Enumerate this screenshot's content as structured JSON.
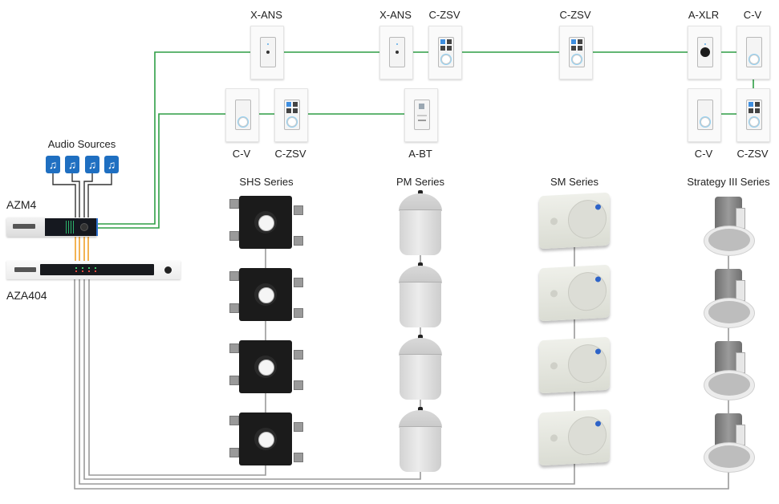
{
  "diagram": {
    "title": "",
    "colors": {
      "control_wire": "#2e9e45",
      "source_wire": "#333333",
      "amp_link_wire": "#f0a02a",
      "speaker_wire": "#9a9a9a",
      "source_icon": "#1f6fc1"
    },
    "audio_sources": {
      "label": "Audio Sources",
      "icons": [
        {
          "name": "music-note-icon",
          "glyph": "♫"
        },
        {
          "name": "music-note-icon",
          "glyph": "♫"
        },
        {
          "name": "music-note-icon",
          "glyph": "♫"
        },
        {
          "name": "music-note-icon",
          "glyph": "♫"
        }
      ]
    },
    "devices": {
      "azm4": {
        "label": "AZM4"
      },
      "aza404": {
        "label": "AZA404"
      }
    },
    "wall_plates": {
      "top_row": [
        {
          "label": "X-ANS",
          "type": "x-ans"
        },
        {
          "label": "X-ANS",
          "type": "x-ans"
        },
        {
          "label": "C-ZSV",
          "type": "c-zsv"
        },
        {
          "label": "C-ZSV",
          "type": "c-zsv"
        },
        {
          "label": "A-XLR",
          "type": "a-xlr"
        },
        {
          "label": "C-V",
          "type": "c-v"
        }
      ],
      "second_row": [
        {
          "label": "C-V",
          "type": "c-v"
        },
        {
          "label": "C-ZSV",
          "type": "c-zsv"
        },
        {
          "label": "A-BT",
          "type": "a-bt"
        },
        {
          "label": "C-V",
          "type": "c-v"
        },
        {
          "label": "C-ZSV",
          "type": "c-zsv"
        }
      ]
    },
    "speaker_zones": [
      {
        "label": "SHS Series",
        "type": "shs",
        "count": 4
      },
      {
        "label": "PM Series",
        "type": "pm",
        "count": 4
      },
      {
        "label": "SM Series",
        "type": "sm",
        "count": 4
      },
      {
        "label": "Strategy III Series",
        "type": "strategy-iii",
        "count": 4
      }
    ]
  }
}
